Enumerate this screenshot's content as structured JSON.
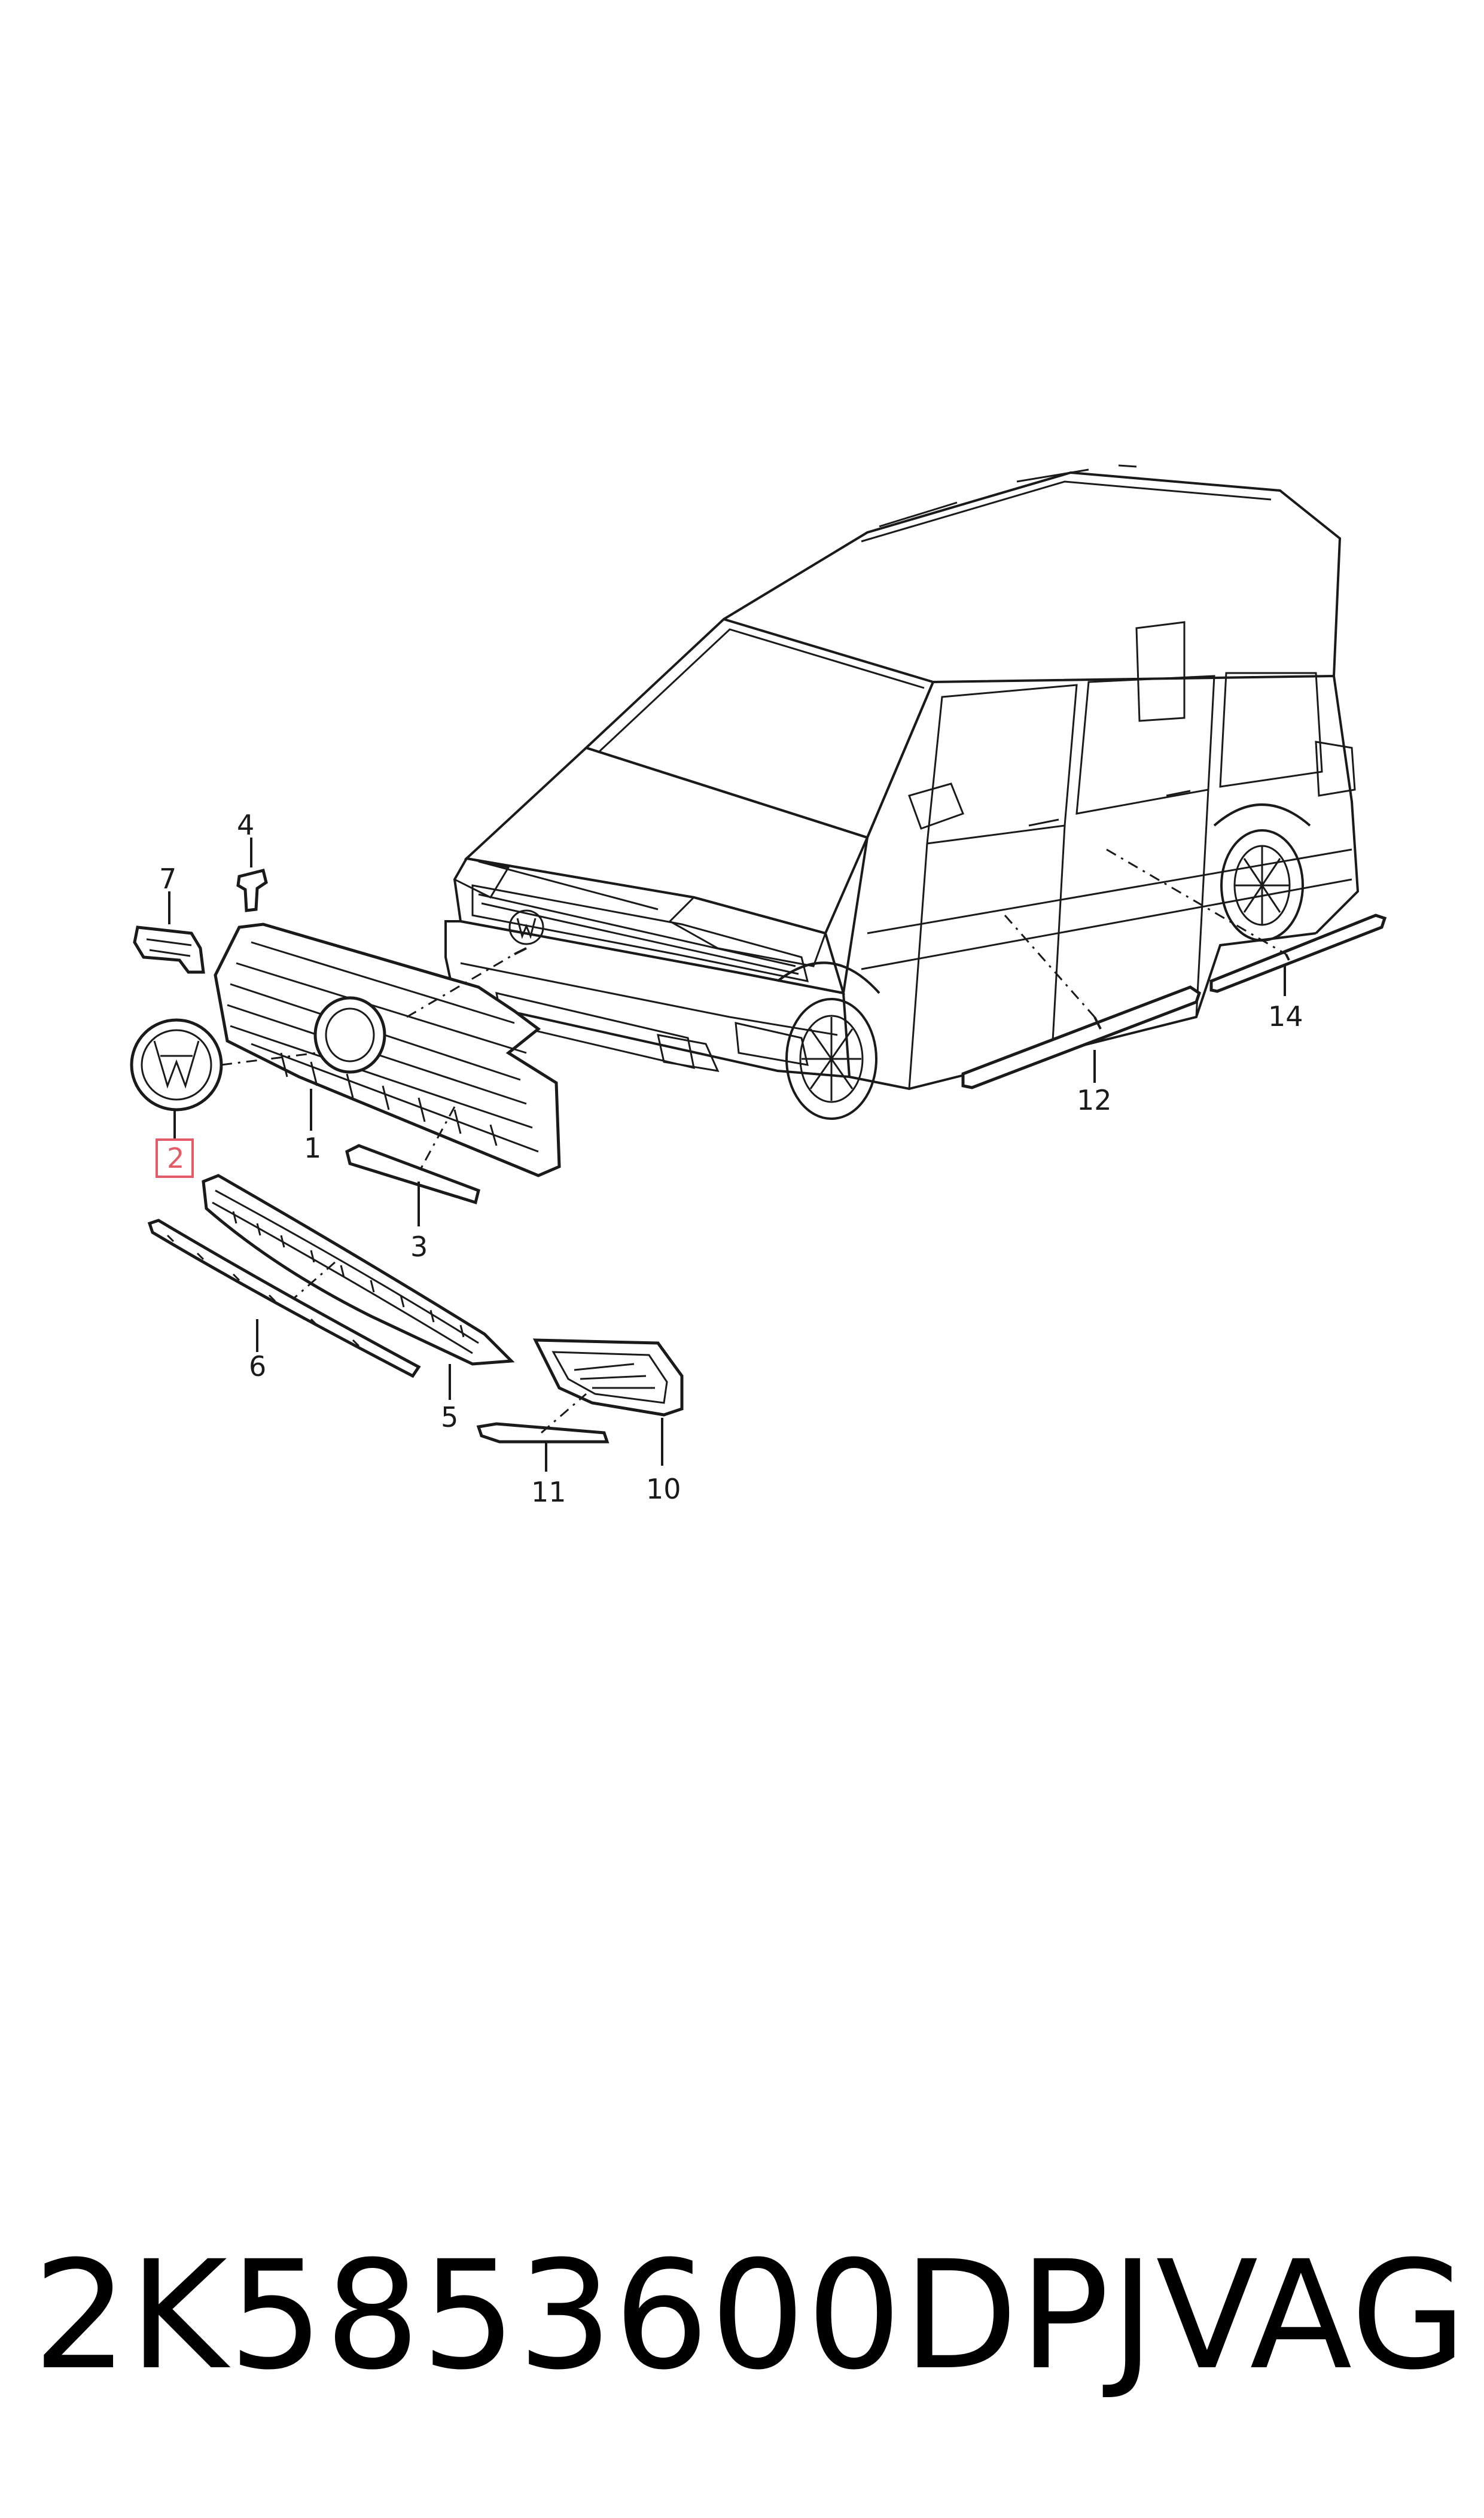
{
  "callouts": {
    "c1": "1",
    "c2": "2",
    "c3": "3",
    "c4": "4",
    "c5": "5",
    "c6": "6",
    "c7": "7",
    "c10": "10",
    "c11": "11",
    "c12": "12",
    "c14": "14"
  },
  "highlighted_callout": "2",
  "highlight_color": "#e25b67",
  "footer": {
    "part_number": "2K5853600DPJ",
    "brand": "VAG"
  }
}
